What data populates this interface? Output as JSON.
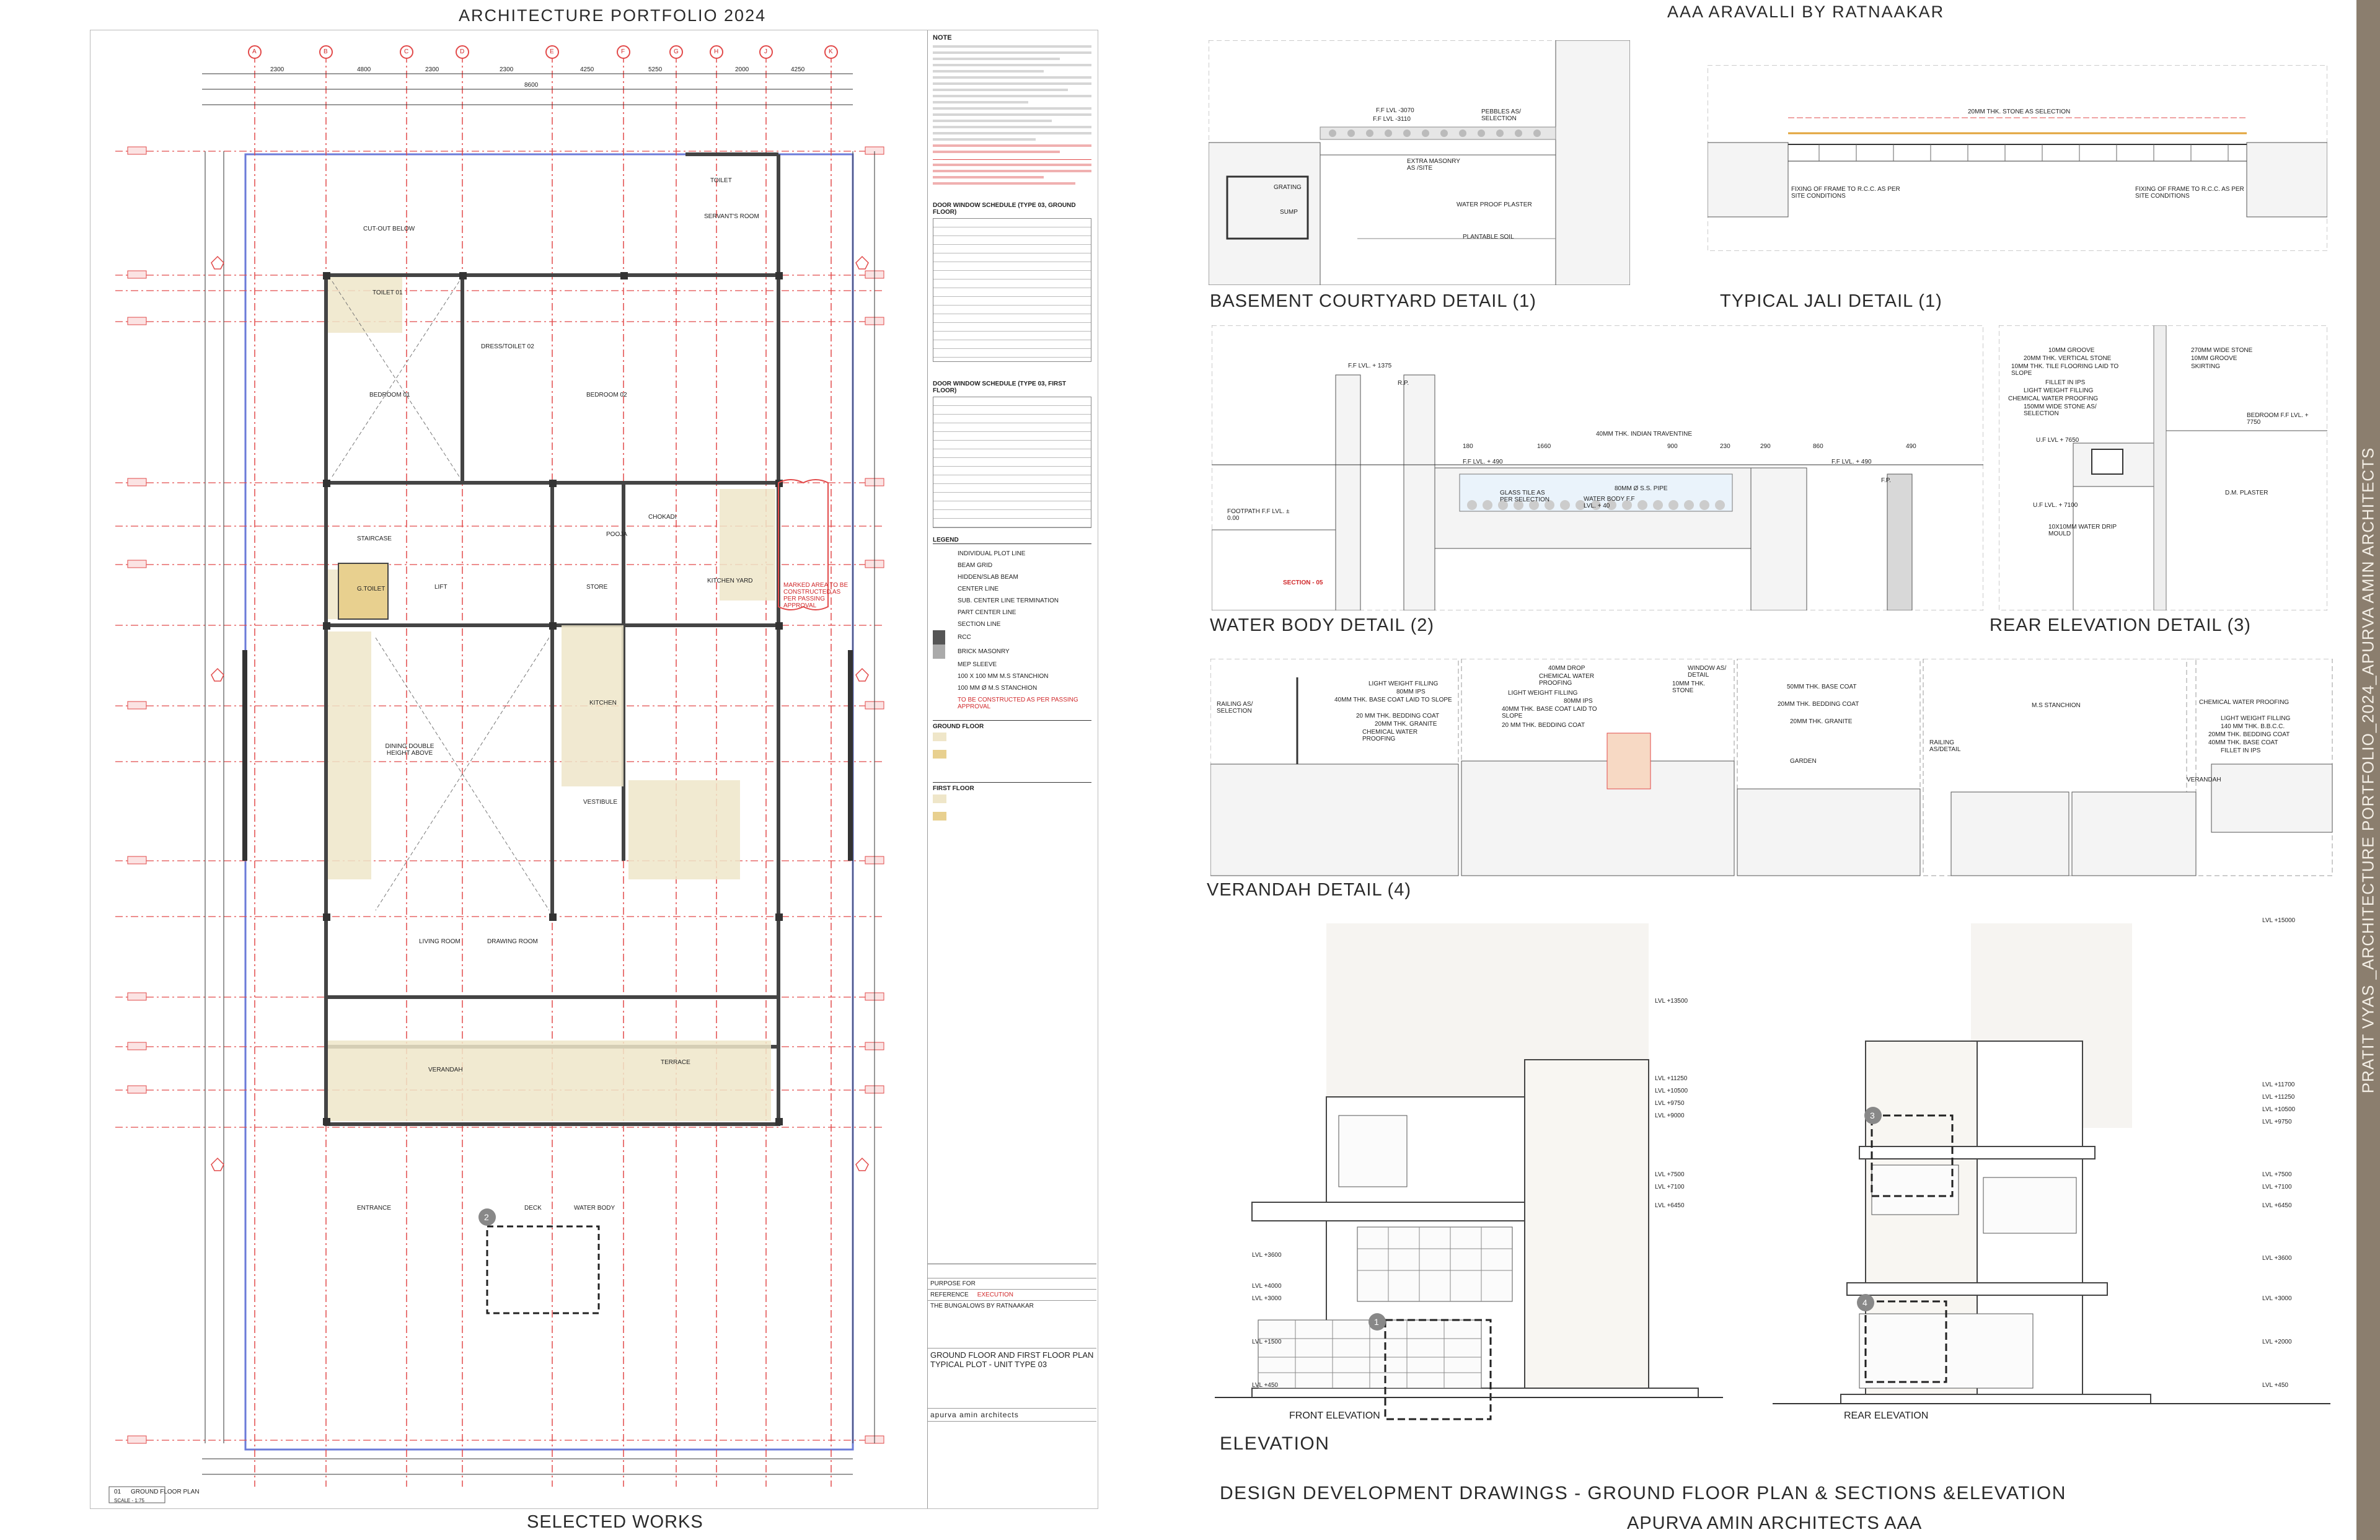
{
  "header": {
    "left_title": "ARCHITECTURE PORTFOLIO 2024",
    "right_title": "AAA ARAVALLI BY RATNAAKAR"
  },
  "plan_sheet": {
    "plan_label": "GROUND FLOOR PLAN",
    "plan_number": "01",
    "scale": "SCALE - 1:75",
    "rooms": [
      "TOILET",
      "SERVANT'S ROOM",
      "CUT-OUT BELOW",
      "TOILET 01",
      "DRESS/TOILET 02",
      "BEDROOM 01",
      "BEDROOM 02",
      "STAIRCASE",
      "LIFT",
      "STORE",
      "POOJA",
      "CHOKADI",
      "KITCHEN YARD",
      "G.TOILET",
      "DINING DOUBLE HEIGHT ABOVE",
      "KITCHEN",
      "VESTIBULE",
      "LIVING ROOM",
      "DRAWING ROOM",
      "VERANDAH",
      "TERRACE",
      "ENTRANCE",
      "DECK",
      "WATER BODY"
    ],
    "marked_area_note": "MARKED AREA TO BE CONSTRUCTED AS PER PASSING APPROVAL",
    "grid_labels": [
      "A",
      "B",
      "C",
      "D",
      "E",
      "F",
      "G",
      "H",
      "J",
      "K"
    ],
    "dims": [
      "2300",
      "4800",
      "2300",
      "2300",
      "4250",
      "8600",
      "5250",
      "2000",
      "4250"
    ]
  },
  "notes_panel": {
    "heading": "NOTE",
    "legend_heading": "LEGEND",
    "legend_items": [
      "INDIVIDUAL PLOT LINE",
      "BEAM GRID",
      "HIDDEN/SLAB BEAM",
      "CENTER LINE",
      "SUB. CENTER LINE TERMINATION",
      "PART CENTER LINE",
      "SECTION LINE",
      "RCC",
      "BRICK MASONRY",
      "MEP SLEEVE",
      "100 X 100 MM M.S STANCHION",
      "100 MM Ø M.S STANCHION",
      "TO BE CONSTRUCTED AS PER PASSING APPROVAL"
    ],
    "ground_floor": "GROUND FLOOR",
    "first_floor": "FIRST FLOOR",
    "schedule_title": "DOOR WINDOW SCHEDULE (TYPE 03, GROUND FLOOR)",
    "schedule_title_2": "DOOR WINDOW SCHEDULE (TYPE 03, FIRST FLOOR)",
    "project": "THE BUNGALOWS BY RATNAAKAR",
    "drawing_title": "GROUND FLOOR AND FIRST FLOOR PLAN TYPICAL PLOT - UNIT TYPE 03",
    "purpose": "PURPOSE FOR",
    "reference": "REFERENCE",
    "execution": "EXECUTION",
    "firm": "apurva amin architects",
    "selected_works": "SELECTED WORKS"
  },
  "details": {
    "basement": {
      "caption": "BASEMENT COURTYARD DETAIL (1)",
      "labels": [
        "F.F LVL -3070",
        "F.F LVL -3110",
        "PEBBLES AS/ SELECTION",
        "EXTRA MASONRY AS /SITE",
        "GRATING",
        "SUMP",
        "WATER PROOF PLASTER",
        "PLANTABLE SOIL"
      ]
    },
    "jali": {
      "caption": "TYPICAL JALI DETAIL (1)",
      "labels": [
        "20MM THK. STONE AS SELECTION",
        "FIXING OF FRAME TO R.C.C. AS PER SITE CONDITIONS",
        "FIXING OF FRAME TO R.C.C. AS PER SITE CONDITIONS"
      ]
    },
    "water_body": {
      "caption": "WATER BODY DETAIL (2)",
      "labels": [
        "F.F LVL. + 1375",
        "R.P.",
        "40MM THK. INDIAN TRAVENTINE",
        "F.F LVL. + 490",
        "F.F LVL. + 490",
        "F.P.",
        "GLASS TILE AS PER SELECTION",
        "WATER BODY F.F LVL. + 40",
        "80MM Ø S.S. PIPE",
        "FOOTPATH F.F LVL. ± 0.00",
        "SECTION - 05"
      ],
      "dims": [
        "180",
        "1660",
        "900",
        "230",
        "290",
        "860",
        "490"
      ]
    },
    "rear_elev": {
      "caption": "REAR ELEVATION DETAIL (3)",
      "labels": [
        "10MM GROOVE",
        "20MM THK. VERTICAL STONE",
        "10MM THK. TILE FLOORING LAID TO SLOPE",
        "FILLET IN IPS",
        "LIGHT WEIGHT FILLING",
        "CHEMICAL WATER PROOFING",
        "150MM WIDE STONE AS/ SELECTION",
        "270MM WIDE STONE",
        "10MM GROOVE",
        "SKIRTING",
        "BEDROOM F.F LVL. + 7750",
        "U.F LVL + 7650",
        "U.F LVL. + 7100",
        "D.M. PLASTER",
        "10X10MM WATER DRIP MOULD"
      ]
    },
    "verandah": {
      "caption": "VERANDAH DETAIL (4)",
      "labels": [
        "RAILING AS/ SELECTION",
        "LIGHT WEIGHT FILLING",
        "80MM IPS",
        "40MM THK. BASE COAT LAID TO SLOPE",
        "20 MM THK. BEDDING COAT",
        "20MM THK. GRANITE",
        "CHEMICAL WATER PROOFING",
        "40MM DROP",
        "CHEMICAL WATER PROOFING",
        "LIGHT WEIGHT FILLING",
        "80MM IPS",
        "40MM THK. BASE COAT LAID TO SLOPE",
        "20 MM THK. BEDDING COAT",
        "WINDOW AS/ DETAIL",
        "10MM THK. STONE",
        "50MM THK. BASE COAT",
        "20MM THK. BEDDING COAT",
        "20MM THK. GRANITE",
        "GARDEN",
        "M.S STANCHION",
        "RAILING AS/DETAIL",
        "CHEMICAL WATER PROOFING",
        "LIGHT WEIGHT FILLING",
        "140 MM THK. B.B.C.C.",
        "20MM THK. BEDDING COAT",
        "40MM THK. BASE COAT",
        "FILLET IN IPS",
        "VERANDAH"
      ]
    },
    "elevation": {
      "caption": "ELEVATION",
      "front_label": "FRONT ELEVATION",
      "rear_label": "REAR ELEVATION",
      "levels_front": [
        "LVL +13500",
        "LVL +11250",
        "LVL +10500",
        "LVL +9750",
        "LVL +9000",
        "LVL +7500",
        "LVL +7100",
        "LVL +6450",
        "LVL +3600",
        "LVL +4000",
        "LVL +3000",
        "LVL +1500",
        "LVL +450"
      ],
      "levels_rear": [
        "LVL +15000",
        "LVL +11700",
        "LVL +11250",
        "LVL +10500",
        "LVL +9750",
        "LVL +7500",
        "LVL +7100",
        "LVL +6450",
        "LVL +3600",
        "LVL +3000",
        "LVL +2000",
        "LVL +450"
      ],
      "callouts": [
        "1",
        "2",
        "3",
        "4"
      ]
    }
  },
  "footer": {
    "design_dev": "DESIGN DEVELOPMENT DRAWINGS - GROUND FLOOR PLAN & SECTIONS &ELEVATION",
    "firm": "APURVA AMIN ARCHITECTS AAA"
  },
  "side_band": {
    "text": "PRATIT VYAS _ARCHITECTURE PORTFOLIO_2024_APURVA AMIN ARCHITECTS"
  },
  "colors": {
    "red": "#d0282a",
    "band": "#8b7e6e",
    "beige": "#efe6c9",
    "ochre": "#e8d08f"
  }
}
